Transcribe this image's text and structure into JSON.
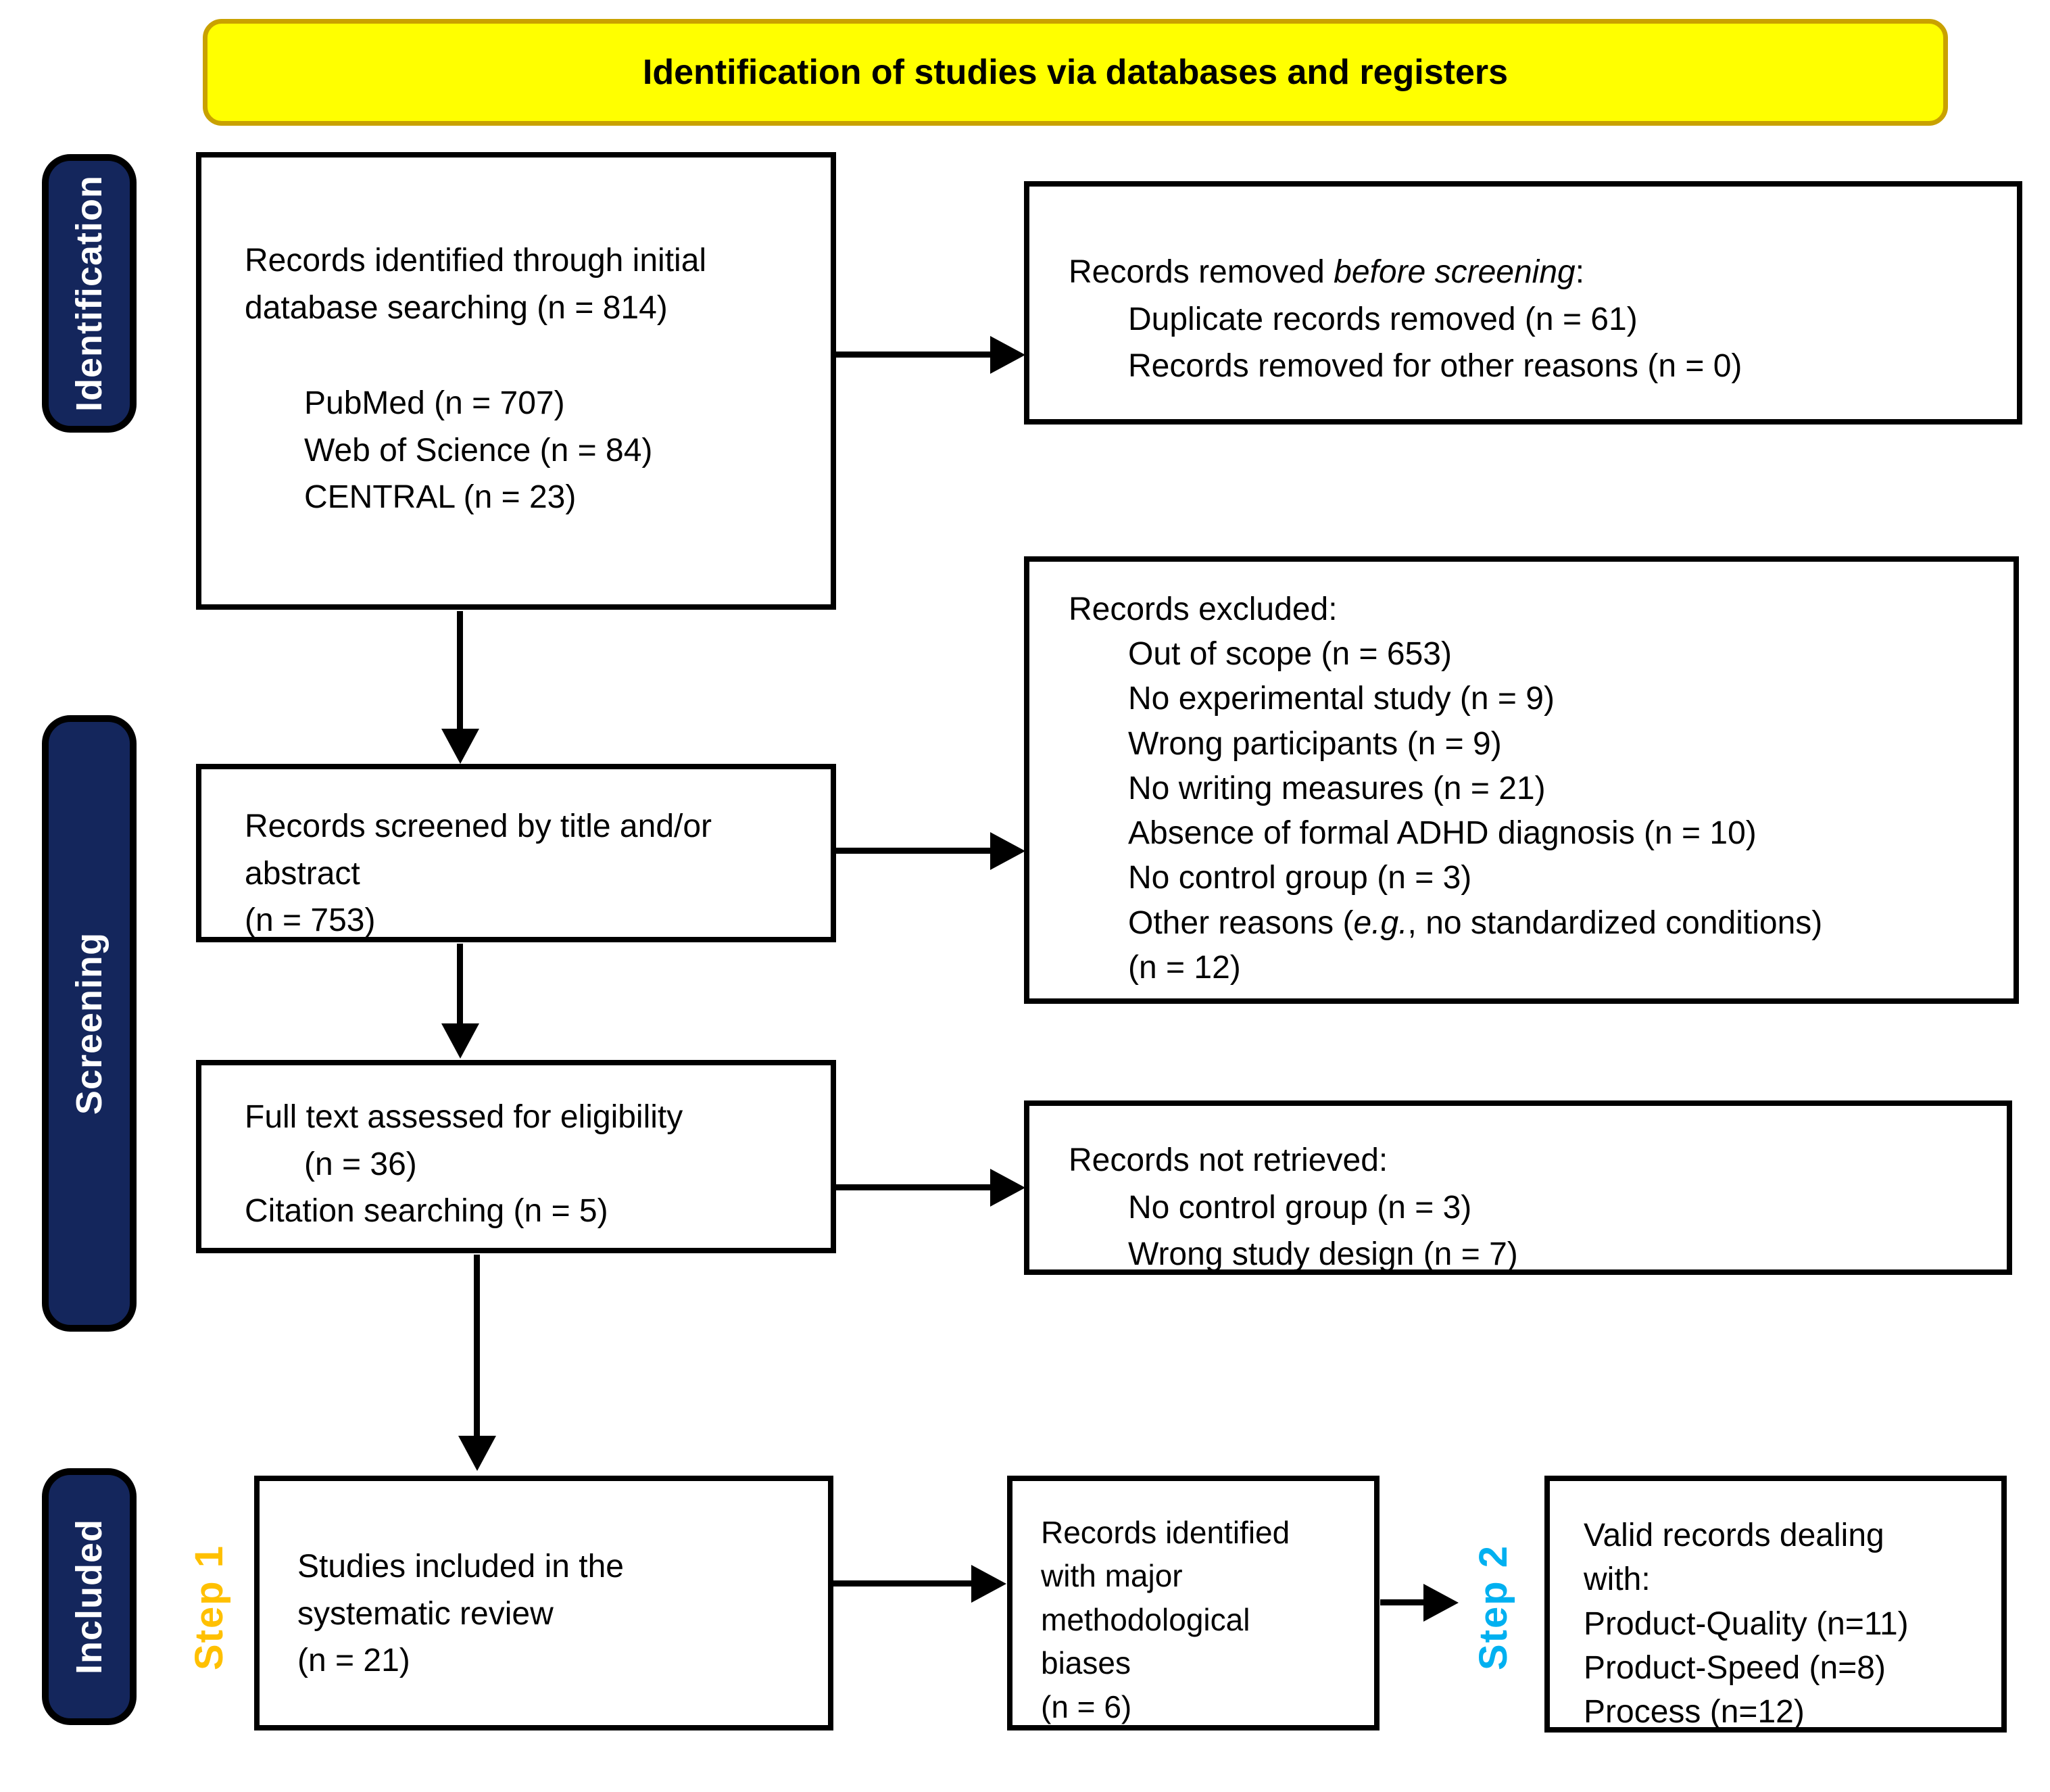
{
  "banner": {
    "title": "Identification of studies via databases and registers"
  },
  "sidebar": {
    "identification_label": "Identification",
    "screening_label": "Screening",
    "included_label": "Included"
  },
  "steps": {
    "step1": "Step 1",
    "step2": "Step 2"
  },
  "boxes": {
    "records_identified": {
      "line1": "Records identified through initial",
      "line2": "database searching (n = 814)",
      "sources": [
        "PubMed (n = 707)",
        "Web of Science (n = 84)",
        "CENTRAL (n = 23)"
      ]
    },
    "records_removed": {
      "title_prefix": "Records removed ",
      "title_italic": "before screening",
      "title_suffix": ":",
      "items": [
        "Duplicate records removed (n = 61)",
        "Records removed for other reasons (n = 0)"
      ]
    },
    "records_screened": {
      "lines": [
        "Records screened by title and/or",
        "abstract",
        "(n = 753)"
      ]
    },
    "records_excluded": {
      "title": "Records excluded:",
      "items": [
        "Out of scope (n = 653)",
        "No experimental study (n = 9)",
        "Wrong participants (n = 9)",
        "No writing measures (n = 21)",
        "Absence of formal ADHD diagnosis (n = 10)",
        "No control group (n = 3)"
      ],
      "other_prefix": "Other reasons (",
      "other_italic": "e.g.",
      "other_suffix": ", no standardized conditions)",
      "other_line2": "(n = 12)"
    },
    "full_text": {
      "line1": "Full text assessed for eligibility",
      "line2": "(n = 36)",
      "line3": "Citation searching (n = 5)"
    },
    "not_retrieved": {
      "title": "Records not retrieved:",
      "items": [
        "No control group (n = 3)",
        "Wrong study design (n = 7)"
      ]
    },
    "studies_included": {
      "lines": [
        "Studies included in the",
        "systematic review",
        "(n = 21)"
      ]
    },
    "biases": {
      "lines": [
        "Records identified",
        "with major",
        "methodological",
        "biases",
        "(n = 6)"
      ]
    },
    "valid_records": {
      "lines": [
        "Valid records dealing",
        "with:",
        "Product-Quality (n=11)",
        "Product-Speed (n=8)",
        "Process (n=12)"
      ]
    }
  },
  "colors": {
    "navy": "#14265c",
    "banner_fill": "#ffff00",
    "banner_border": "#c9a100",
    "step1": "#ffc000",
    "step2": "#00b0f0",
    "box_border": "#000000"
  }
}
